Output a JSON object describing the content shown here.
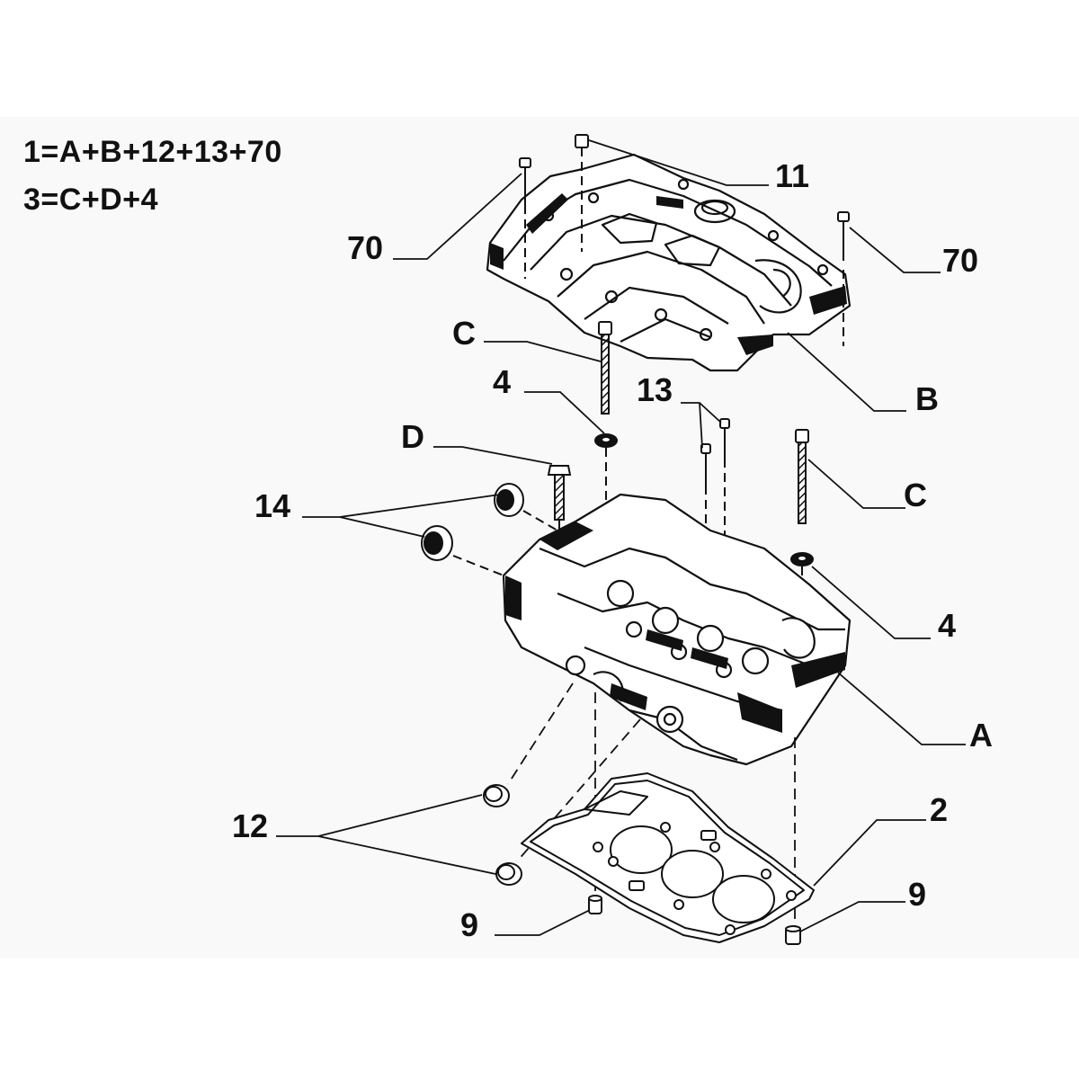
{
  "formulas": {
    "line1": "1=A+B+12+13+70",
    "line2": "3=C+D+4"
  },
  "callouts": {
    "c11": "11",
    "c70_left": "70",
    "c70_right": "70",
    "cC_upper": "C",
    "cB": "B",
    "c4_upper": "4",
    "c13": "13",
    "cD": "D",
    "cC_lower": "C",
    "c14": "14",
    "c4_lower": "4",
    "cA": "A",
    "c2": "2",
    "c12": "12",
    "c9_left": "9",
    "c9_right": "9"
  },
  "colors": {
    "panel": "#f9f9f9",
    "ink": "#111111"
  }
}
